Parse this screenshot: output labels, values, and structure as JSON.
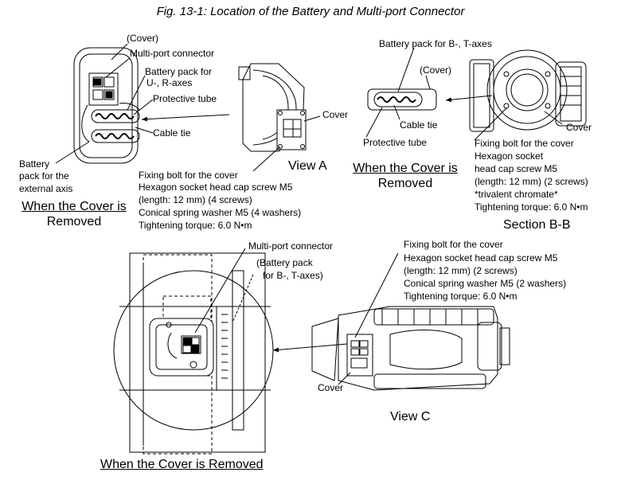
{
  "figure_title": "Fig. 13-1: Location of the Battery and Multi-port Connector",
  "top_left": {
    "cover": "(Cover)",
    "multiport": "Multi-port connector",
    "battery_ur_1": "Battery pack for",
    "battery_ur_2": "U-, R-axes",
    "protective_tube": "Protective tube",
    "cable_tie": "Cable tie",
    "battery_ext_1": "Battery",
    "battery_ext_2": "pack for the",
    "battery_ext_3": "external axis",
    "caption_1": "When the Cover is",
    "caption_2": "Removed"
  },
  "view_a": {
    "cover": "Cover",
    "label": "View A",
    "fixing_bolt": "Fixing bolt for the cover",
    "spec_1": "Hexagon socket head cap screw M5",
    "spec_2": "(length: 12 mm) (4 screws)",
    "spec_3": "Conical spring washer M5 (4 washers)",
    "spec_4": "Tightening torque: 6.0 N•m"
  },
  "top_right": {
    "battery_bt": "Battery pack for B-, T-axes",
    "cover": "(Cover)",
    "cable_tie": "Cable tie",
    "protective_tube": "Protective tube",
    "caption_1": "When the Cover is",
    "caption_2": "Removed"
  },
  "section_bb": {
    "cover": "Cover",
    "fixing_bolt": "Fixing bolt for the cover",
    "spec_1": "Hexagon socket",
    "spec_2": "head cap screw M5",
    "spec_3": "(length: 12 mm) (2 screws)",
    "spec_4": "*trivalent chromate*",
    "spec_5": "Tightening torque: 6.0 N•m",
    "label": "Section B-B"
  },
  "bottom": {
    "multiport": "Multi-port connector",
    "battery_bt_1": "(Battery pack",
    "battery_bt_2": "for B-, T-axes)",
    "fixing_bolt": "Fixing bolt for the cover",
    "spec_1": "Hexagon socket head cap screw M5",
    "spec_2": "(length: 12 mm) (2 screws)",
    "spec_3": "Conical spring washer M5 (2 washers)",
    "spec_4": "Tightening torque: 6.0 N•m",
    "cover": "Cover",
    "view_c": "View C",
    "caption": "When the Cover is Removed"
  }
}
